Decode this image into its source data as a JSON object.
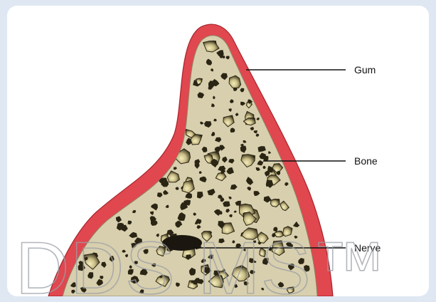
{
  "labels": {
    "gum": "Gum",
    "bone": "Bone",
    "nerve": "Nerve"
  },
  "watermark": "DDS MS™",
  "colors": {
    "background": "#dfe8f2",
    "panel": "#ffffff",
    "gum": "#e0474f",
    "gum_outline": "#a8232b",
    "bone": "#d8cfae",
    "bone_outline": "#8f8563",
    "pore_dark": "#2b2514",
    "pore_light": "#efe6b5",
    "nerve": "#1b1710",
    "leader_line": "#111111"
  },
  "icons": [
    "bone-cross-section-illustration",
    "nerve-canal-shape"
  ]
}
